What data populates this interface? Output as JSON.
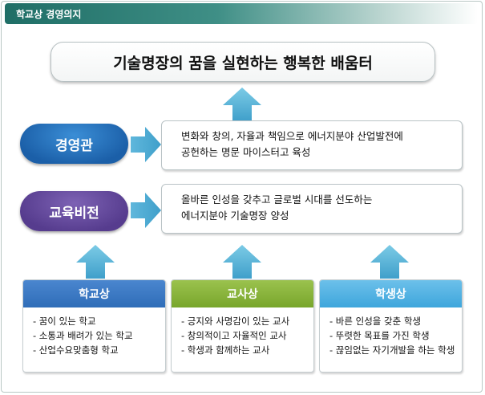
{
  "header": {
    "title": "학교상 경영의지"
  },
  "vision": {
    "text": "기술명장의 꿈을 실현하는 행복한 배움터"
  },
  "management": {
    "label": "경영관",
    "lines": [
      "변화와 창의, 자율과 책임으로 에너지분야 산업발전에",
      "공헌하는 명문 마이스터고 육성"
    ]
  },
  "education_vision": {
    "label": "교육비전",
    "lines": [
      "올바른 인성을 갖추고 글로벌 시대를 선도하는",
      "에너지분야 기술명장 양성"
    ]
  },
  "cards": [
    {
      "title": "학교상",
      "items": [
        "- 꿈이 있는 학교",
        "- 소통과 배려가 있는 학교",
        "- 산업수요맞춤형 학교"
      ]
    },
    {
      "title": "교사상",
      "items": [
        "- 긍지와 사명감이 있는 교사",
        "- 창의적이고 자율적인 교사",
        "- 학생과 함께하는 교사"
      ]
    },
    {
      "title": "학생상",
      "items": [
        "- 바른 인성을 갖춘 학생",
        "- 뚜렷한 목표를 가진 학생",
        "- 끊임없는 자기개발을 하는 학생"
      ]
    }
  ],
  "colors": {
    "header_bar": "#1f6e66",
    "management_pill": "#1b5fa8",
    "vision_pill": "#563c8e",
    "school_card": "#2f6db8",
    "teacher_card": "#78a62b",
    "student_card": "#3ea6dc",
    "arrow": "#4fb3d6"
  }
}
